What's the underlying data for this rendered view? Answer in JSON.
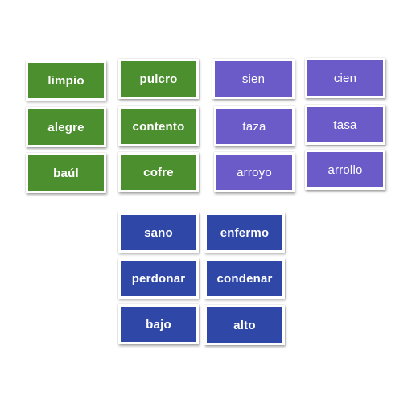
{
  "colors": {
    "green": "#4c8f2e",
    "purple": "#6a5bc9",
    "blue": "#2f48a8",
    "text": "#ffffff",
    "background": "#ffffff"
  },
  "green_cards": [
    "limpio",
    "alegre",
    "baúl",
    "pulcro",
    "contento",
    "cofre"
  ],
  "purple_cards": [
    "sien",
    "taza",
    "arroyo",
    "cien",
    "tasa",
    "arrollo"
  ],
  "blue_cards": [
    "sano",
    "perdonar",
    "bajo",
    "enfermo",
    "condenar",
    "alto"
  ]
}
